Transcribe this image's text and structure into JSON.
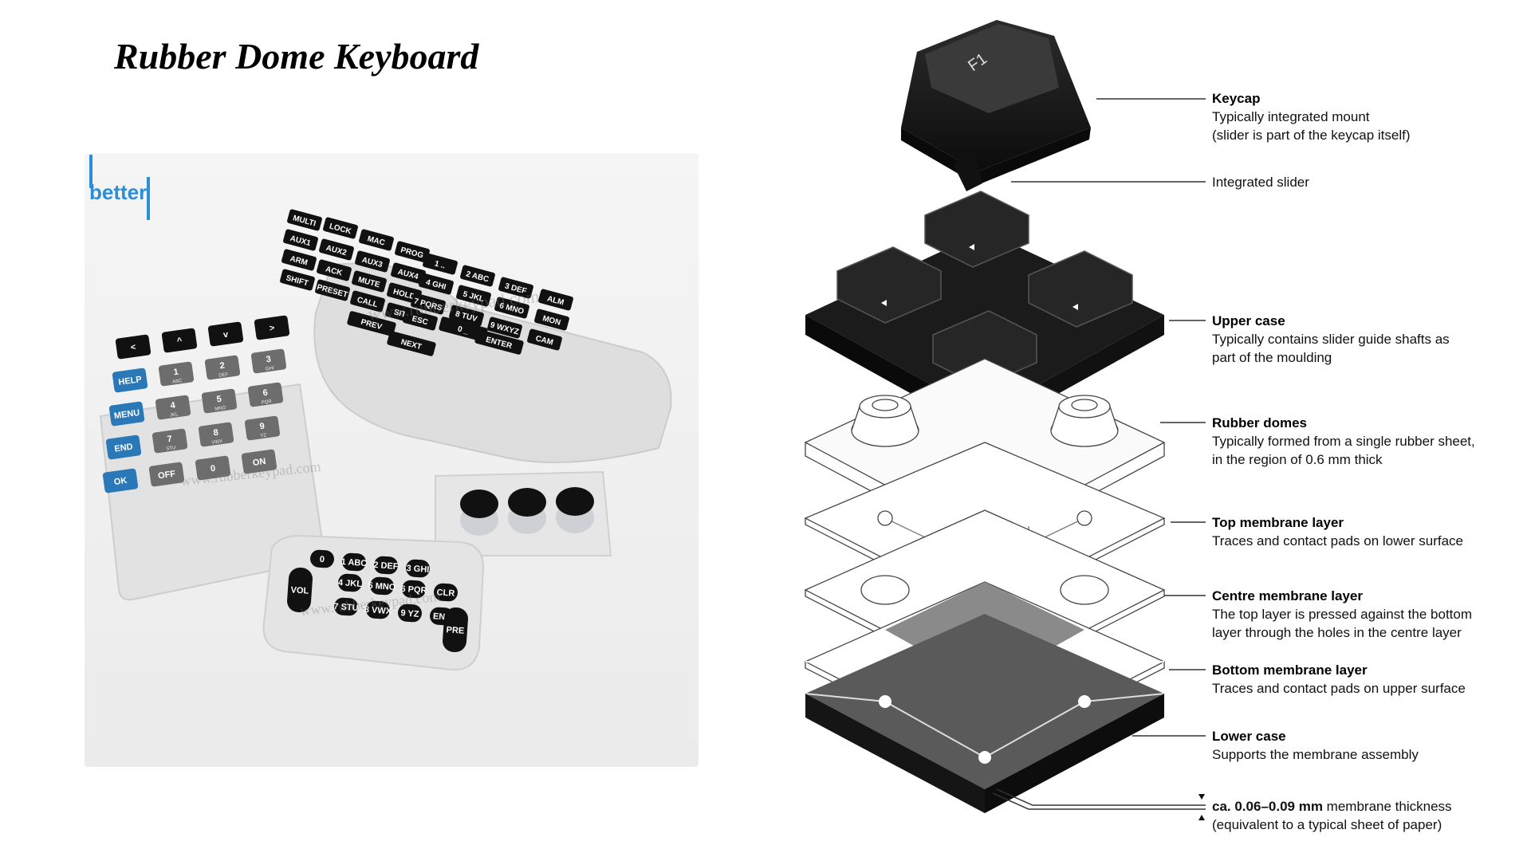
{
  "title": "Rubber Dome Keyboard",
  "logo": {
    "text": "better",
    "icon": "better-logo",
    "brand_color": "#2a8fd8"
  },
  "photo": {
    "watermark": "www.rubberkeypad.com",
    "keypad_main": [
      "MULTI",
      "LOCK",
      "MAC",
      "PROG",
      "AUX1",
      "AUX2",
      "AUX3",
      "AUX4",
      "ARM",
      "ACK",
      "MUTE",
      "HOLD",
      "SHIFT",
      "PRESET",
      "CALL",
      "SITE",
      "1 ..",
      "2 ABC",
      "3 DEF",
      "ALM",
      "4 GHI",
      "5 JKL",
      "6 MNO",
      "MON",
      "7 PQRS",
      "8 TUV",
      "9 WXYZ",
      "CAM",
      "ESC",
      "0 _",
      "ENTER",
      "PREV",
      "NEXT"
    ],
    "keypad_left": [
      "<",
      "^",
      "v",
      ">",
      "HELP",
      "1",
      "2",
      "3",
      "MENU",
      "4",
      "5",
      "6",
      "END",
      "7",
      "8",
      "9",
      "OK",
      "OFF",
      "0",
      "ON"
    ],
    "keypad_left_sub": [
      "",
      "",
      "",
      "",
      "",
      "ABC",
      "DEF",
      "GHI",
      "",
      "JKL",
      "MNO",
      "PQR",
      "",
      "STU",
      "VWX",
      "YZ",
      "",
      "",
      "",
      ""
    ],
    "keypad_small": [
      "0",
      "1 ABC",
      "2 DEF",
      "3 GHI",
      "4 JKL",
      "5 MNO",
      "6 PQR",
      "CLR",
      "7 STU",
      "8 VWX",
      "9 YZ",
      "ENT",
      "VOL",
      "PRE"
    ]
  },
  "diagram": {
    "keycap_legend": "F1",
    "callouts": [
      {
        "id": "keycap",
        "label": "Keycap",
        "lines": [
          "Typically integrated mount",
          "(slider is part of the keycap itself)"
        ]
      },
      {
        "id": "slider",
        "label": "",
        "lines": [
          "Integrated slider"
        ]
      },
      {
        "id": "upper-case",
        "label": "Upper case",
        "lines": [
          "Typically contains slider guide shafts as",
          "part of the moulding"
        ]
      },
      {
        "id": "rubber-domes",
        "label": "Rubber domes",
        "lines": [
          "Typically formed from a single rubber sheet,",
          "in the region of 0.6 mm thick"
        ]
      },
      {
        "id": "top-membrane",
        "label": "Top membrane layer",
        "lines": [
          "Traces and contact pads on lower surface"
        ]
      },
      {
        "id": "centre-membrane",
        "label": "Centre membrane layer",
        "lines": [
          "The top layer is pressed against the bottom",
          "layer through the holes in the centre layer"
        ]
      },
      {
        "id": "bottom-membrane",
        "label": "Bottom membrane layer",
        "lines": [
          "Traces and contact pads on upper surface"
        ]
      },
      {
        "id": "lower-case",
        "label": "Lower case",
        "lines": [
          "Supports the membrane assembly"
        ]
      }
    ],
    "thickness": {
      "value": "ca. 0.06–0.09 mm",
      "text": " membrane thickness",
      "note": "(equivalent to a typical sheet of paper)"
    }
  },
  "colors": {
    "dark": "#141414",
    "membrane_dark": "#5a5a5a",
    "line": "#333333",
    "key_blue": "#2a78b8",
    "key_gray": "#6d6d6d"
  }
}
